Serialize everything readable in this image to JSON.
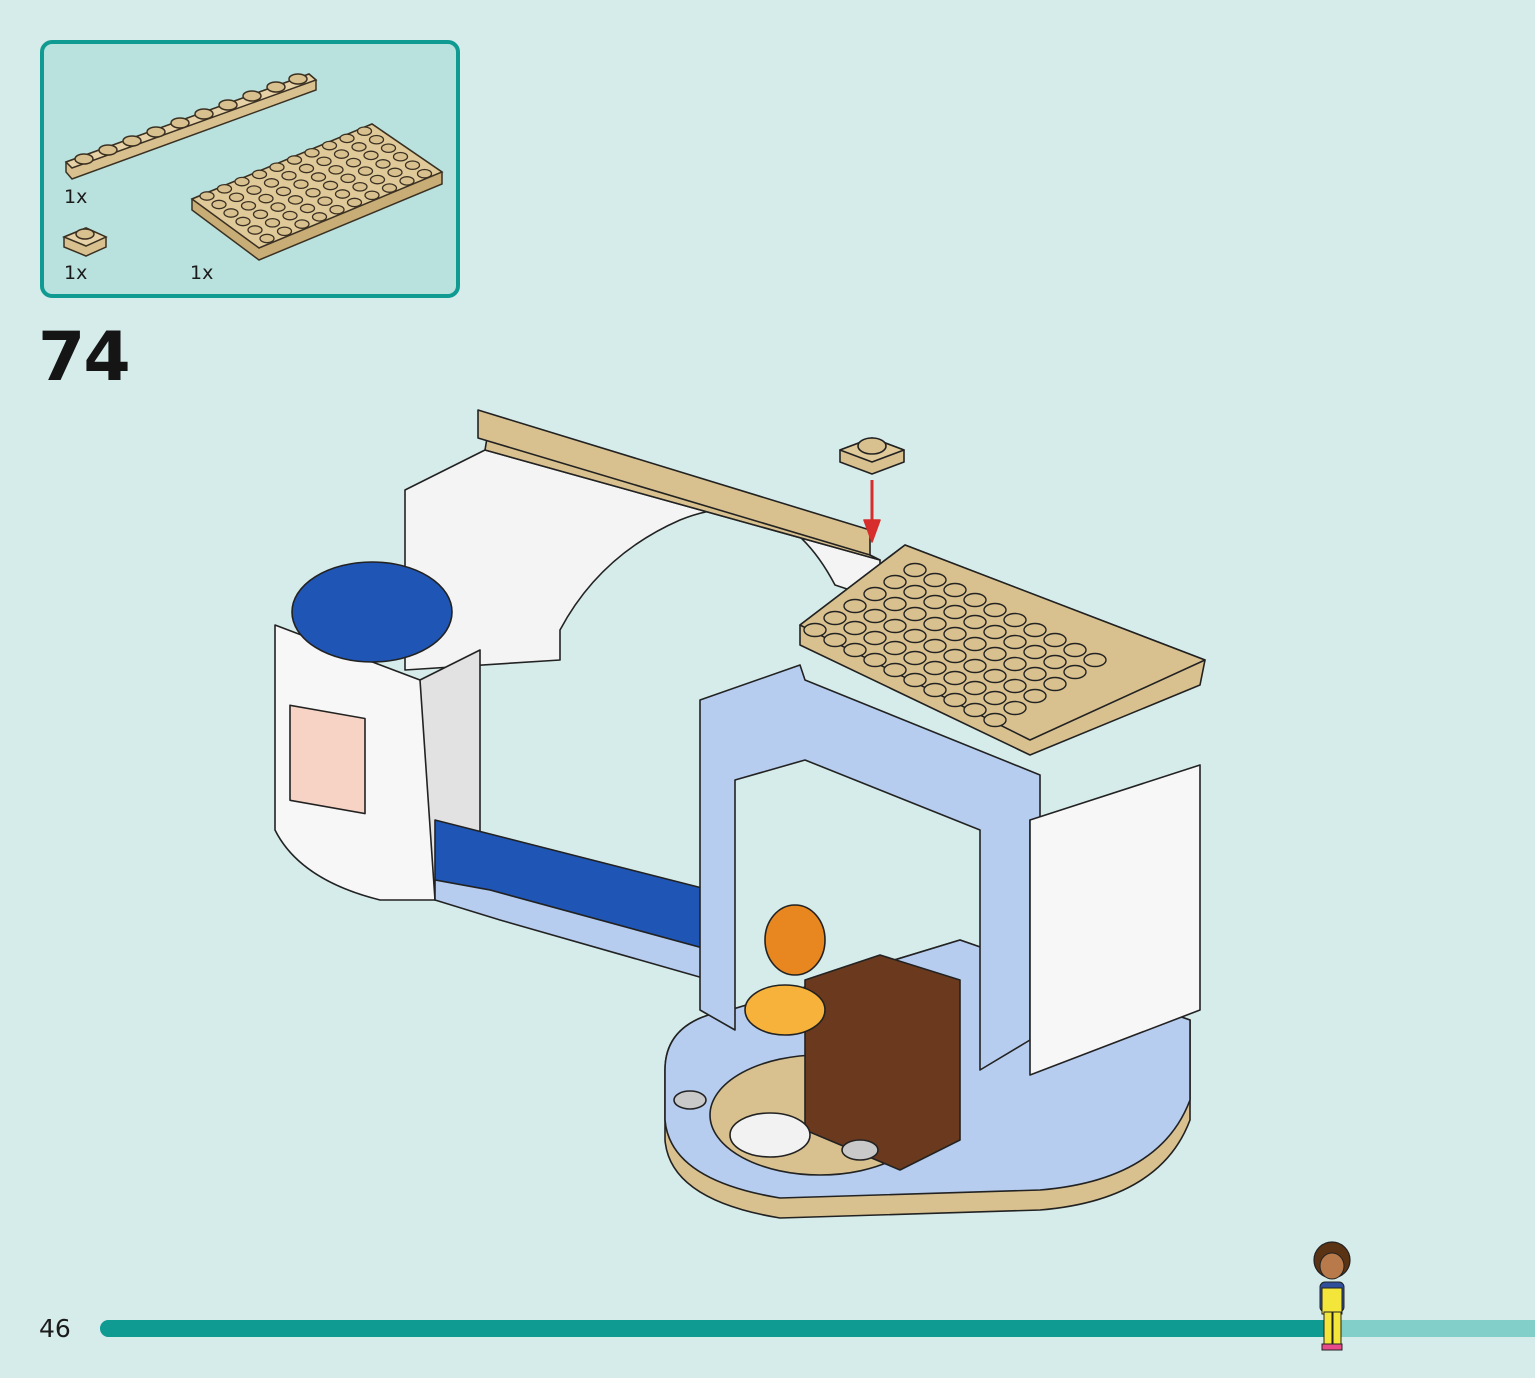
{
  "parts_needed": {
    "items": [
      {
        "part": "tan-plate-1x10",
        "quantity": "1x"
      },
      {
        "part": "tan-plate-1x1",
        "quantity": "1x"
      },
      {
        "part": "tan-plate-6x10",
        "quantity": "1x"
      }
    ]
  },
  "step": {
    "number": "74"
  },
  "footer": {
    "page_number": "46",
    "progress": 0.86
  },
  "colors": {
    "background": "#d6ecea",
    "panel_border": "#0f9a92",
    "panel_fill": "#b9e1de",
    "tan": "#d9c18f",
    "blue": "#1f56b5",
    "light_blue": "#b6cdef",
    "white": "#fafafa",
    "arrow": "#d72d2d"
  }
}
